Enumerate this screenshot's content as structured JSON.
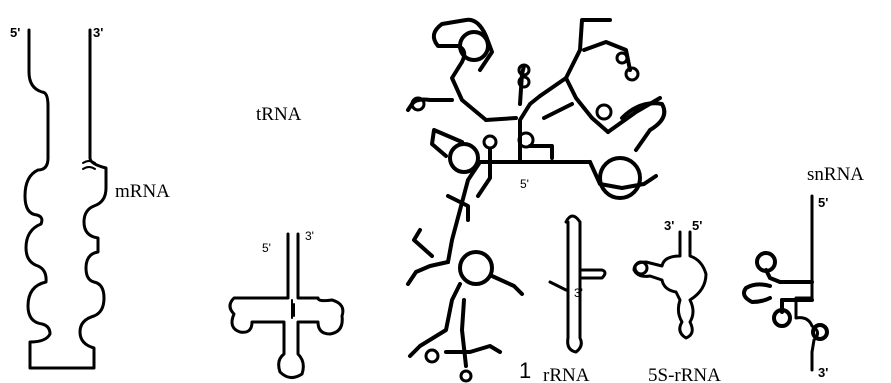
{
  "labels": {
    "mrna": "mRNA",
    "trna": "tRNA",
    "rrna": "rRNA",
    "rrna_5s": "5S-rRNA",
    "snrna": "snRNA",
    "rrna_number": "1"
  },
  "ends": {
    "five_prime": "5'",
    "three_prime": "3'"
  }
}
